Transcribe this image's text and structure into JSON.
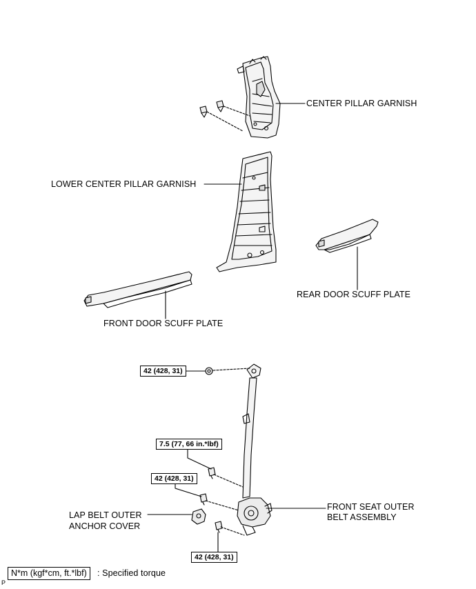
{
  "labels": {
    "center_pillar_garnish": "CENTER PILLAR GARNISH",
    "lower_center_pillar_garnish": "LOWER CENTER PILLAR GARNISH",
    "rear_door_scuff_plate": "REAR DOOR SCUFF PLATE",
    "front_door_scuff_plate": "FRONT DOOR SCUFF PLATE",
    "front_seat_outer_belt_line1": "FRONT SEAT OUTER",
    "front_seat_outer_belt_line2": "BELT ASSEMBLY",
    "lap_belt_cover_line1": "LAP BELT OUTER",
    "lap_belt_cover_line2": "ANCHOR COVER"
  },
  "torques": {
    "top_anchor": "42 (428, 31)",
    "upper_bolt": "7.5 (77, 66 in.*lbf)",
    "middle_bolt": "42 (428, 31)",
    "lower_bolt": "42 (428, 31)"
  },
  "legend": {
    "unit_box": "N*m (kgf*cm, ft.*lbf)",
    "text": ": Specified torque"
  },
  "corner_code": "P"
}
